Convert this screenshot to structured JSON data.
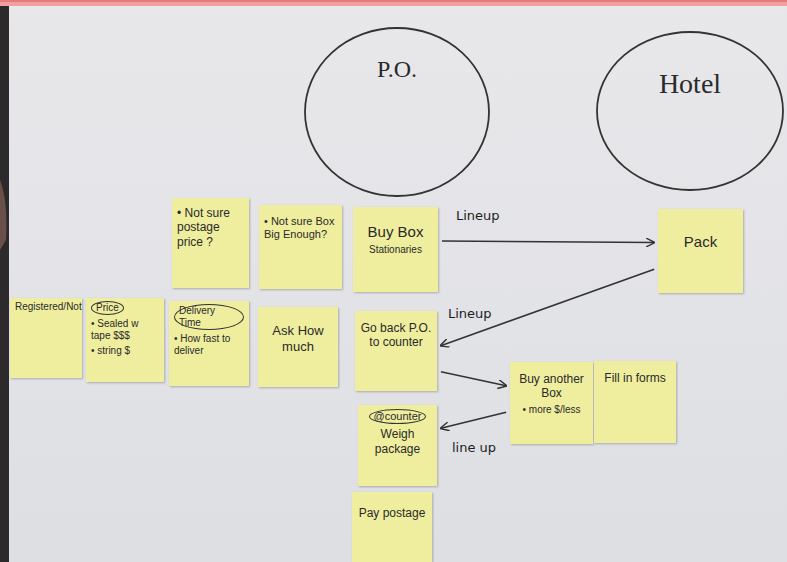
{
  "diagram": {
    "nodes": [
      {
        "text": [
          "P.O."
        ]
      },
      {
        "text": [
          "Hotel"
        ]
      },
      {
        "text": [
          "• Not sure postage price ?"
        ]
      },
      {
        "text": [
          "• Not sure Box Big Enough?"
        ]
      },
      {
        "text": [
          "Buy Box",
          "Stationaries"
        ]
      },
      {
        "text": [
          "Pack"
        ]
      },
      {
        "text": [
          "Registered/Not"
        ]
      },
      {
        "text": [
          "Price",
          "• Sealed w tape $$$",
          "• string $"
        ]
      },
      {
        "text": [
          "Delivery Time",
          "• How fast to deliver"
        ]
      },
      {
        "text": [
          "Ask How much"
        ]
      },
      {
        "text": [
          "Go back P.O. to counter"
        ]
      },
      {
        "text": [
          "Buy another Box",
          "• more $/less"
        ]
      },
      {
        "text": [
          "Fill in forms"
        ]
      },
      {
        "text": [
          "@counter",
          "Weigh package"
        ]
      },
      {
        "text": [
          "Pay postage"
        ]
      }
    ],
    "edges": [
      {
        "from": 4,
        "to": 5,
        "label": "Lineup",
        "arrow": "to"
      },
      {
        "from": 5,
        "to": 10,
        "label": "Lineup",
        "arrow": "to"
      },
      {
        "from": 10,
        "to": 11,
        "arrow": "to"
      },
      {
        "from": 11,
        "to": 13,
        "label": "line up",
        "arrow": "to"
      }
    ]
  }
}
